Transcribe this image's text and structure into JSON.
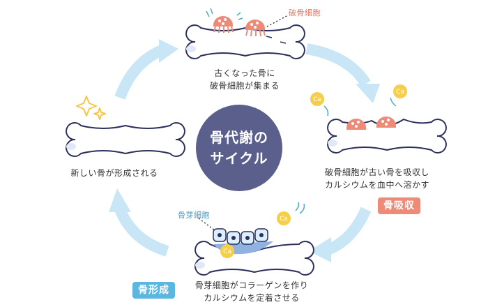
{
  "center": {
    "line1": "骨代謝の",
    "line2": "サイクル"
  },
  "steps": {
    "top": {
      "line1": "古くなった骨に",
      "line2": "破骨細胞が集まる"
    },
    "right": {
      "line1": "破骨細胞が古い骨を吸収し",
      "line2": "カルシウムを血中へ溶かす"
    },
    "bottom": {
      "line1": "骨芽細胞がコラーゲンを作り",
      "line2": "カルシウムを定着させる"
    },
    "left": {
      "line1": "新しい骨が形成される"
    }
  },
  "labels": {
    "osteoclast": "破骨細胞",
    "osteoblast": "骨芽細胞",
    "calcium": "Ca"
  },
  "tags": {
    "resorption": "骨吸収",
    "formation": "骨形成"
  },
  "colors": {
    "arrow": "#c9e6f6",
    "center": "#5a5f8c",
    "osteoclast": "#ee8a78",
    "calcium": "#f6cf4a",
    "osteoblast": "#dcefff",
    "tag_resorption": "#ee8a78",
    "tag_formation": "#5bb7df",
    "sparkle": "#f3c84a"
  }
}
